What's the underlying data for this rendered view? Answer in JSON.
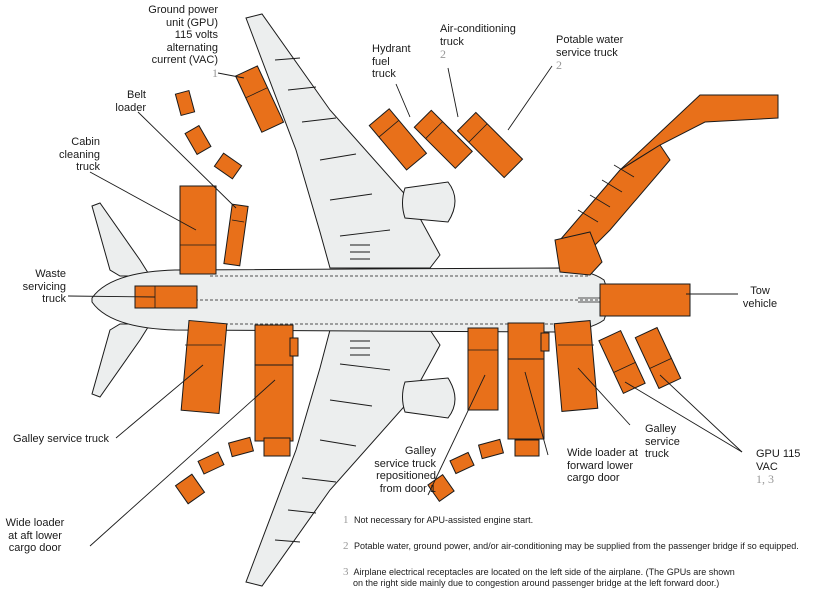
{
  "labels": {
    "gpu": {
      "line1": "Ground power",
      "line2": "unit (GPU)",
      "line3": "115 volts",
      "line4": "alternating",
      "line5": "current (VAC)",
      "note": "1"
    },
    "belt": {
      "line1": "Belt",
      "line2": "loader"
    },
    "cabin": {
      "line1": "Cabin",
      "line2": "cleaning",
      "line3": "truck"
    },
    "waste": {
      "line1": "Waste",
      "line2": "servicing",
      "line3": "truck"
    },
    "galley_left": {
      "text": "Galley service truck"
    },
    "wide_aft": {
      "line1": "Wide loader",
      "line2": "at aft lower",
      "line3": "cargo door"
    },
    "hydrant": {
      "line1": "Hydrant",
      "line2": "fuel",
      "line3": "truck"
    },
    "aircon": {
      "line1": "Air-conditioning",
      "line2": "truck",
      "note": "2"
    },
    "potable": {
      "line1": "Potable water",
      "line2": "service truck",
      "note": "2"
    },
    "tow": {
      "line1": "Tow",
      "line2": "vehicle"
    },
    "galley_repo": {
      "line1": "Galley",
      "line2": "service truck",
      "line3": "repositioned",
      "line4": "from door 1"
    },
    "wide_fwd": {
      "line1": "Wide loader at",
      "line2": "forward lower",
      "line3": "cargo door"
    },
    "galley_right": {
      "line1": "Galley",
      "line2": "service",
      "line3": "truck"
    },
    "gpu_right": {
      "line1": "GPU 115 VAC",
      "note": "1, 3"
    }
  },
  "footnotes": [
    {
      "num": "1",
      "text": "Not necessary for APU-assisted engine start."
    },
    {
      "num": "2",
      "text": "Potable water, ground power, and/or air-conditioning may be supplied from the passenger bridge if so equipped."
    },
    {
      "num": "3",
      "line1": "Airplane electrical receptacles are located on the left side of the airplane. (The GPUs are shown",
      "line2": "on the right side mainly due to congestion around passenger bridge at the left forward door.)"
    }
  ],
  "colors": {
    "vehicle": "#e8701a",
    "airplane": "#eceeee",
    "outline": "#1a1a1a",
    "footnote_number": "#999999"
  }
}
